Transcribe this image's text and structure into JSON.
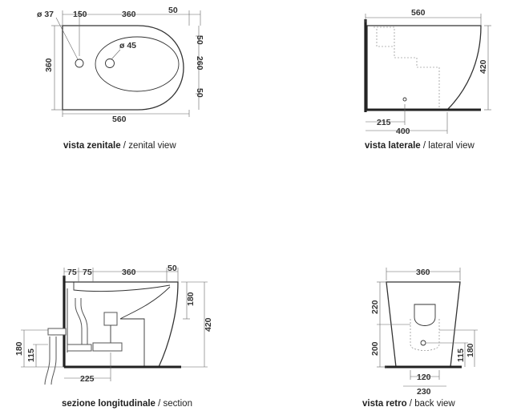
{
  "views": {
    "zenital": {
      "caption_bold": "vista zenitale",
      "caption_sep": " / ",
      "caption_en": "zenital view",
      "dims": {
        "hole_small": "ø 37",
        "top_150": "150",
        "top_360": "360",
        "top_50": "50",
        "hole_large": "ø 45",
        "left_360": "360",
        "right_50_top": "50",
        "right_260": "260",
        "right_50_bottom": "50",
        "bottom_560": "560"
      }
    },
    "lateral": {
      "caption_bold": "vista laterale",
      "caption_sep": " / ",
      "caption_en": "lateral view",
      "dims": {
        "top_560": "560",
        "right_420": "420",
        "bottom_215": "215",
        "bottom_400": "400"
      }
    },
    "section": {
      "caption_bold": "sezione longitudinale",
      "caption_sep": " / ",
      "caption_en": "section",
      "dims": {
        "top_75a": "75",
        "top_75b": "75",
        "top_360": "360",
        "top_50": "50",
        "right_180": "180",
        "right_420": "420",
        "left_180": "180",
        "left_115": "115",
        "bottom_225": "225"
      }
    },
    "back": {
      "caption_bold": "vista retro",
      "caption_sep": " / ",
      "caption_en": "back view",
      "dims": {
        "top_360": "360",
        "left_220": "220",
        "left_200": "200",
        "right_115": "115",
        "right_180": "180",
        "bottom_120": "120",
        "bottom_230": "230"
      }
    }
  }
}
